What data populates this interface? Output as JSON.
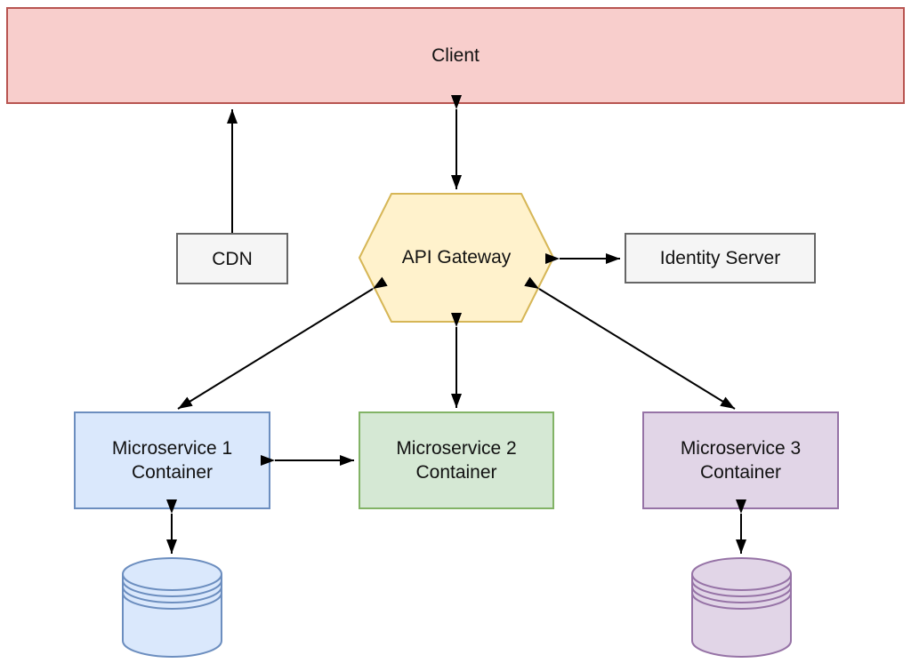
{
  "diagram": {
    "nodes": {
      "client": {
        "label": "Client",
        "shape": "rectangle"
      },
      "cdn": {
        "label": "CDN",
        "shape": "rectangle"
      },
      "api_gateway": {
        "label": "API Gateway",
        "shape": "hexagon"
      },
      "identity_server": {
        "label": "Identity Server",
        "shape": "rectangle"
      },
      "microservice1": {
        "label": "Microservice 1\nContainer",
        "shape": "rectangle"
      },
      "microservice2": {
        "label": "Microservice 2\nContainer",
        "shape": "rectangle"
      },
      "microservice3": {
        "label": "Microservice 3\nContainer",
        "shape": "rectangle"
      },
      "database1": {
        "label": "",
        "shape": "database-cylinder"
      },
      "database2": {
        "label": "",
        "shape": "database-cylinder"
      }
    },
    "edges": [
      {
        "from": "cdn",
        "to": "client",
        "direction": "one-way"
      },
      {
        "from": "client",
        "to": "api_gateway",
        "direction": "two-way"
      },
      {
        "from": "api_gateway",
        "to": "identity_server",
        "direction": "two-way"
      },
      {
        "from": "api_gateway",
        "to": "microservice1",
        "direction": "two-way"
      },
      {
        "from": "api_gateway",
        "to": "microservice2",
        "direction": "two-way"
      },
      {
        "from": "api_gateway",
        "to": "microservice3",
        "direction": "two-way"
      },
      {
        "from": "microservice1",
        "to": "microservice2",
        "direction": "two-way"
      },
      {
        "from": "microservice1",
        "to": "database1",
        "direction": "two-way"
      },
      {
        "from": "microservice3",
        "to": "database2",
        "direction": "two-way"
      }
    ],
    "colors": {
      "client_fill": "#f8cecc",
      "client_border": "#b85450",
      "neutral_fill": "#f5f5f5",
      "neutral_border": "#666666",
      "gateway_fill": "#fff2cc",
      "gateway_border": "#d6b656",
      "ms1_fill": "#dae8fc",
      "ms1_border": "#6c8ebf",
      "ms2_fill": "#d5e8d4",
      "ms2_border": "#82b366",
      "ms3_fill": "#e1d5e7",
      "ms3_border": "#9673a6",
      "db1_fill": "#dae8fc",
      "db1_border": "#6c8ebf",
      "db2_fill": "#e1d5e7",
      "db2_border": "#9673a6",
      "arrow": "#000000",
      "text": "#111111"
    }
  }
}
